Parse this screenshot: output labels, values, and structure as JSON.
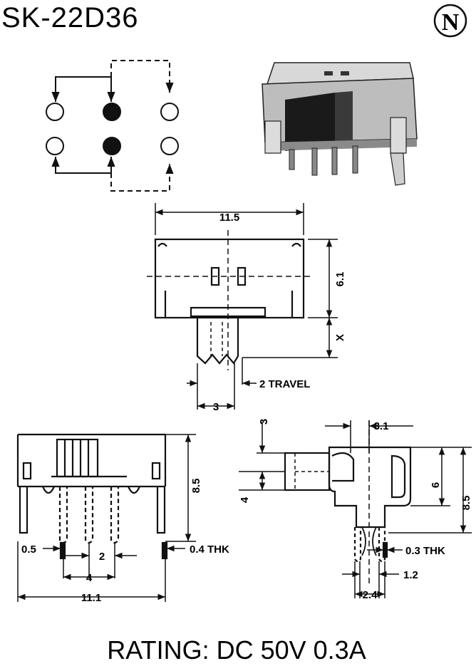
{
  "header": {
    "part_number": "SK-22D36",
    "logo_letter": "N"
  },
  "side_view": {
    "width": "11.5",
    "height": "6.1",
    "actuator_extension": "X",
    "travel": "2 TRAVEL",
    "actuator_width": "3"
  },
  "front_view": {
    "height": "8.5",
    "pin_width": "0.5",
    "pitch": "2",
    "outer_pitch": "4",
    "pin_thickness": "0.4 THK",
    "body_width": "11.1"
  },
  "end_view": {
    "actuator_top": "3",
    "body_depth": "3.1",
    "actuator_height": "4",
    "body_height": "6",
    "total_height": "8.5",
    "pin_thickness": "0.3 THK",
    "pin_offset": "1.2",
    "pin_span": "2.4"
  },
  "footer": {
    "rating": "RATING: DC 50V 0.3A"
  }
}
